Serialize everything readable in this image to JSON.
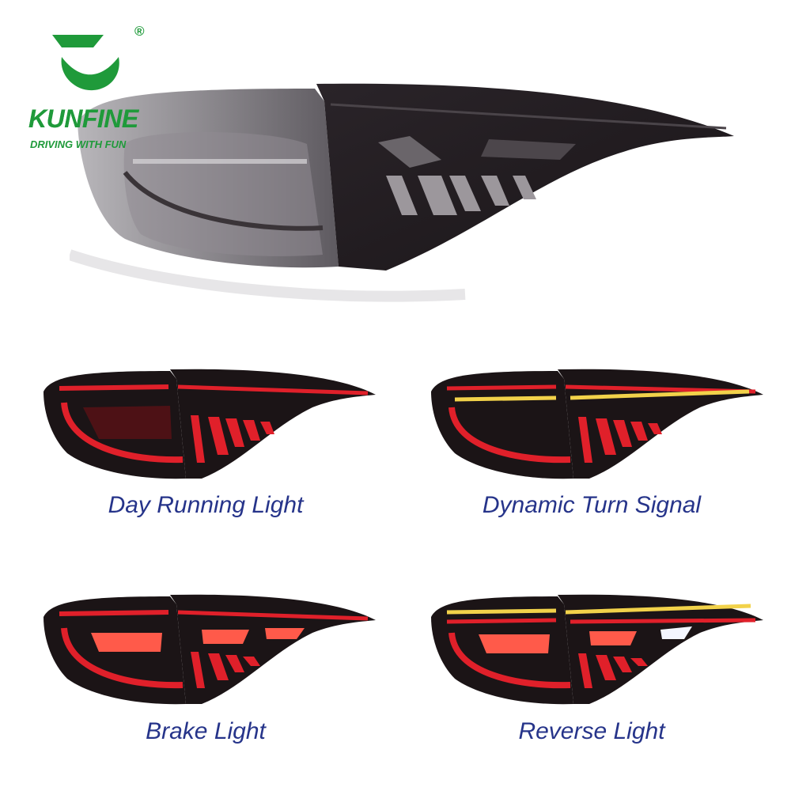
{
  "brand": {
    "name": "KUNFINE",
    "tagline": "DRIVING WITH FUN",
    "registered": "®",
    "color": "#1f9a3a"
  },
  "hero": {
    "icon": "tail-light-smoked-icon"
  },
  "variants": [
    {
      "label": "Day Running Light",
      "icon": "tail-light-drl-icon",
      "amber": false,
      "bright_block": false,
      "white": false
    },
    {
      "label": "Dynamic Turn Signal",
      "icon": "tail-light-turn-icon",
      "amber": true,
      "bright_block": false,
      "white": false
    },
    {
      "label": "Brake Light",
      "icon": "tail-light-brake-icon",
      "amber": false,
      "bright_block": true,
      "white": false
    },
    {
      "label": "Reverse Light",
      "icon": "tail-light-reverse-icon",
      "amber": true,
      "bright_block": true,
      "white": true
    }
  ],
  "colors": {
    "caption": "#26348a",
    "lamp_red": "#e0202a",
    "lamp_amber": "#f2d24a",
    "housing": "#1b1416"
  }
}
